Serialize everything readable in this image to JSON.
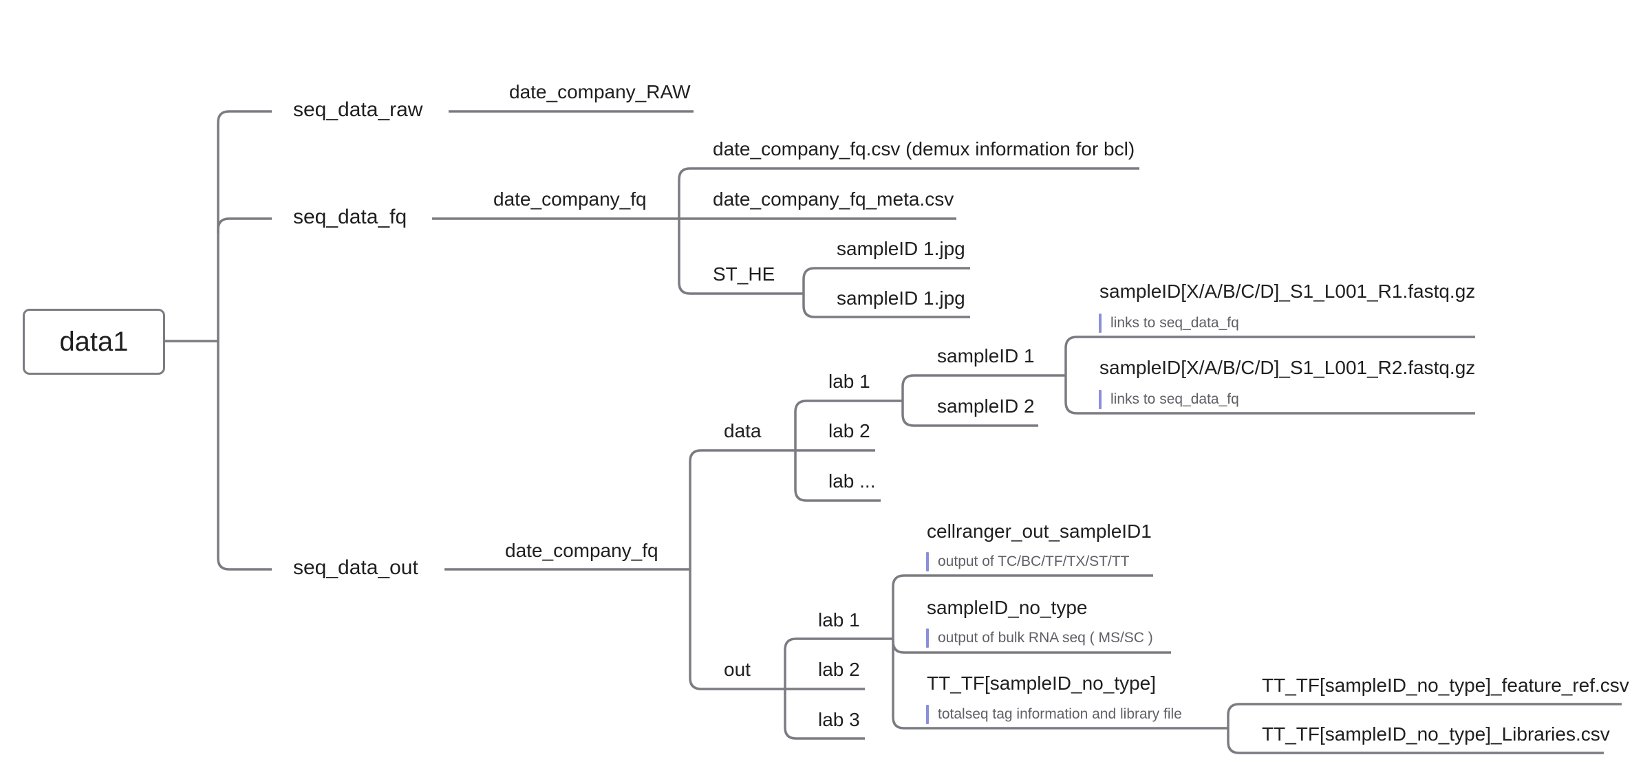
{
  "diagram": {
    "type": "mind-map",
    "root": "data1",
    "branches": {
      "seq_data_raw": {
        "label": "seq_data_raw",
        "child": "date_company_RAW"
      },
      "seq_data_fq": {
        "label": "seq_data_fq",
        "child": "date_company_fq",
        "files": {
          "demux_csv": "date_company_fq.csv (demux information for bcl)",
          "meta_csv": "date_company_fq_meta.csv",
          "st_he": {
            "label": "ST_HE",
            "images": [
              "sampleID 1.jpg",
              "sampleID 1.jpg"
            ]
          }
        }
      },
      "seq_data_out": {
        "label": "seq_data_out",
        "child": "date_company_fq",
        "data": {
          "label": "data",
          "labs": [
            "lab 1",
            "lab 2",
            "lab ..."
          ],
          "samples": [
            "sampleID 1",
            "sampleID 2"
          ],
          "fastq": [
            {
              "name": "sampleID[X/A/B/C/D]_S1_L001_R1.fastq.gz",
              "note": "links to seq_data_fq"
            },
            {
              "name": "sampleID[X/A/B/C/D]_S1_L001_R2.fastq.gz",
              "note": "links to seq_data_fq"
            }
          ]
        },
        "out": {
          "label": "out",
          "labs": [
            "lab 1",
            "lab 2",
            "lab 3"
          ],
          "outputs": [
            {
              "name": "cellranger_out_sampleID1",
              "note": "output of TC/BC/TF/TX/ST/TT"
            },
            {
              "name": "sampleID_no_type",
              "note": "output of bulk RNA seq ( MS/SC )"
            },
            {
              "name": "TT_TF[sampleID_no_type]",
              "note": "totalseq tag information and library file"
            }
          ],
          "tt_tf_files": [
            "TT_TF[sampleID_no_type]_feature_ref.csv",
            "TT_TF[sampleID_no_type]_Libraries.csv"
          ]
        }
      }
    }
  },
  "colors": {
    "line": "#7b7b82",
    "note_bar": "#8b8fdb",
    "text": "#1f1f1f",
    "note_text": "#5f5f66"
  }
}
